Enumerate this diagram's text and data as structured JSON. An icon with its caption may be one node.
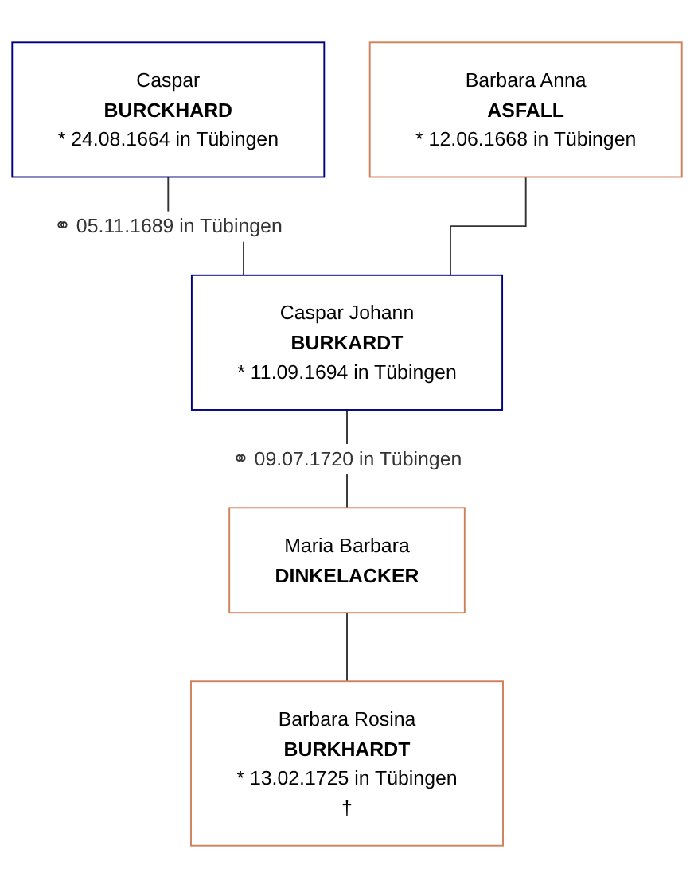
{
  "diagram": {
    "nodes": [
      {
        "text": [
          "Caspar",
          "BURCKHARD",
          "* 24.08.1664 in Tübingen"
        ]
      },
      {
        "text": [
          "Barbara Anna",
          "ASFALL",
          "* 12.06.1668 in Tübingen"
        ]
      },
      {
        "text": [
          "Caspar Johann",
          "BURKARDT",
          "* 11.09.1694 in Tübingen"
        ]
      },
      {
        "text": [
          "Maria Barbara",
          "DINKELACKER"
        ]
      },
      {
        "text": [
          "Barbara Rosina",
          "BURKHARDT",
          "* 13.02.1725 in Tübingen",
          "†"
        ]
      }
    ],
    "edges": [
      {
        "from": 0,
        "to": 2,
        "arrow": "none",
        "label": "⚭ 05.11.1689 in Tübingen"
      },
      {
        "from": 1,
        "to": 2,
        "arrow": "none"
      },
      {
        "from": 2,
        "to": 3,
        "arrow": "none",
        "label": "⚭ 09.07.1720 in Tübingen"
      },
      {
        "from": 3,
        "to": 4,
        "arrow": "none"
      }
    ]
  }
}
